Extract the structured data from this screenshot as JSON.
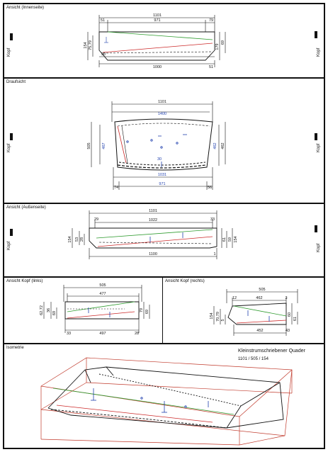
{
  "sheet": {
    "side_label": "Kopf",
    "title_block": {
      "title": "Kleinstrumschriebener Quader",
      "dims": "1101 / 505 / 154"
    }
  },
  "panels": {
    "innen": {
      "title": "Ansicht (Innenseite)",
      "dims": {
        "top_total": "1101",
        "top_left": "51",
        "top_mid": "971",
        "top_right": "79",
        "left_h": "154",
        "left_a": "75,79",
        "right_a": "69",
        "right_b": "179",
        "bottom_left": "50",
        "bottom_mid": "1000",
        "bottom_right": "51"
      }
    },
    "drauf": {
      "title": "Draufsicht",
      "dims": {
        "top_total": "1101",
        "top_inner": "1400",
        "left_total": "505",
        "left_inner": "467",
        "right_a": "462",
        "right_b": "462",
        "bottom_inner": "1031",
        "bottom_total": "971",
        "bottom_left": "74",
        "bottom_right": "56",
        "center": "30"
      }
    },
    "aussen": {
      "title": "Ansicht (Außenseite)",
      "dims": {
        "top_total": "1101",
        "top_mid": "1022",
        "top_left": "29",
        "top_right": "33",
        "left_h": "154",
        "left_a": "53",
        "left_b": "28",
        "right_a": "61",
        "right_b": "59",
        "right_h": "154",
        "bottom_total": "1100",
        "bottom_right": "1"
      }
    },
    "kopf_links": {
      "title": "Ansicht Kopf (links)",
      "dims": {
        "top_total": "505",
        "top_inner": "477",
        "left_a": "62,72",
        "left_b": "36",
        "left_c": "69",
        "right_a": "79",
        "right_b": "69",
        "bottom_total": "497",
        "bottom_left": "33",
        "bottom_right": "28"
      }
    },
    "kopf_rechts": {
      "title": "Ansicht Kopf (rechts)",
      "dims": {
        "top_total": "505",
        "top_inner": "462",
        "top_left": "12",
        "top_right": "3",
        "left_h": "154",
        "left_a": "70,79",
        "left_b": "5",
        "right_a": "60",
        "right_b": "61",
        "bottom_total": "452",
        "bottom_right": "43"
      }
    },
    "iso": {
      "title": "Isometrie"
    }
  },
  "colors": {
    "line": "#111111",
    "dim": "#222222",
    "green": "#2e9b2e",
    "red": "#cc2a2a",
    "blue": "#1f3fae",
    "box": "#c0392b"
  }
}
